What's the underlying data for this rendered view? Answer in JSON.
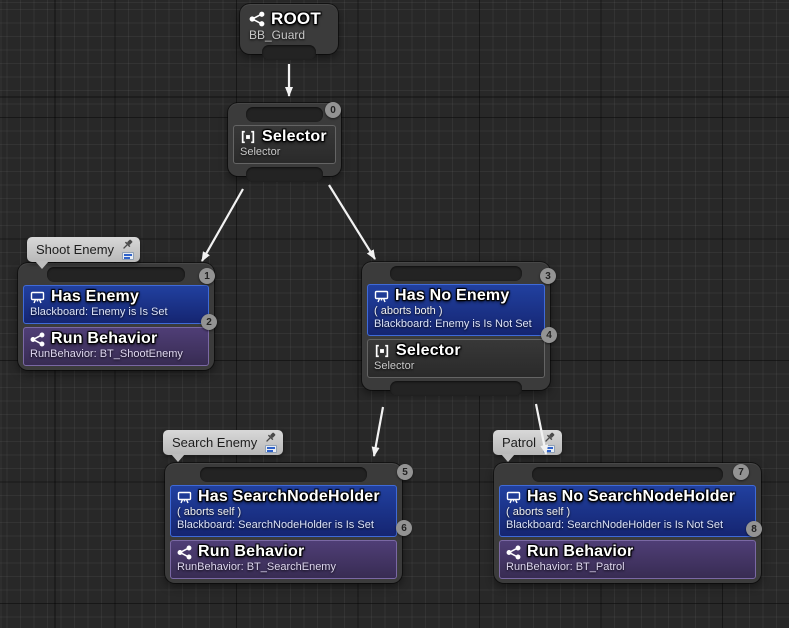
{
  "editor": {
    "name": "Behavior Tree Graph"
  },
  "colors": {
    "canvas_bg": "#282828",
    "node_gray": "#3b3b3b",
    "decorator_blue": "#1d3a9c",
    "task_purple": "#4a3a6e",
    "comment_gray": "#c9c9c9",
    "wire_white": "#f2f2f2",
    "badge_gray": "#939393"
  },
  "comments": {
    "shoot": {
      "label": "Shoot Enemy"
    },
    "search": {
      "label": "Search Enemy"
    },
    "patrol": {
      "label": "Patrol"
    }
  },
  "nodes": {
    "root": {
      "title": "ROOT",
      "subtitle": "BB_Guard"
    },
    "main_selector": {
      "title": "Selector",
      "subtitle": "Selector",
      "order_badge": "0"
    },
    "shoot": {
      "order_badge": "1",
      "decorator": {
        "title": "Has Enemy",
        "detail": "Blackboard: Enemy is Is Set",
        "order_badge": "2"
      },
      "task": {
        "title": "Run Behavior",
        "detail": "RunBehavior: BT_ShootEnemy"
      }
    },
    "no_enemy": {
      "order_badge": "3",
      "decorator": {
        "title": "Has No Enemy",
        "aborts": "( aborts both )",
        "detail": "Blackboard: Enemy is Is Not Set",
        "order_badge": "4"
      },
      "composite": {
        "title": "Selector",
        "subtitle": "Selector"
      }
    },
    "search": {
      "order_badge": "5",
      "decorator": {
        "title": "Has SearchNodeHolder",
        "aborts": "( aborts self )",
        "detail": "Blackboard: SearchNodeHolder is Is Set",
        "order_badge": "6"
      },
      "task": {
        "title": "Run Behavior",
        "detail": "RunBehavior: BT_SearchEnemy"
      }
    },
    "patrol": {
      "order_badge": "7",
      "decorator": {
        "title": "Has No SearchNodeHolder",
        "aborts": "( aborts self )",
        "detail": "Blackboard: SearchNodeHolder is Is Not Set",
        "order_badge": "8"
      },
      "task": {
        "title": "Run Behavior",
        "detail": "RunBehavior: BT_Patrol"
      }
    }
  }
}
